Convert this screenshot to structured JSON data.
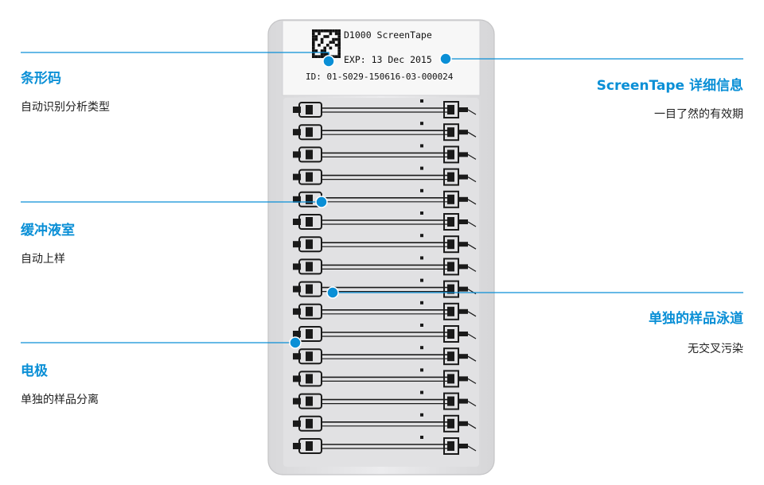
{
  "tape": {
    "product_name": "D1000 ScreenTape",
    "expiry": "EXP: 13 Dec 2015",
    "id": "ID: 01-S029-150616-03-000024",
    "lane_count": 16
  },
  "callouts": [
    {
      "key": "barcode",
      "title": "条形码",
      "subtitle": "自动识别分析类型"
    },
    {
      "key": "buffer",
      "title": "缓冲液室",
      "subtitle": "自动上样"
    },
    {
      "key": "electrode",
      "title": "电极",
      "subtitle": "单独的样品分离"
    },
    {
      "key": "details",
      "title": "ScreenTape 详细信息",
      "subtitle": "一目了然的有效期"
    },
    {
      "key": "lane",
      "title": "单独的样品泳道",
      "subtitle": "无交叉污染"
    }
  ],
  "colors": {
    "accent": "#0a8fd6",
    "lane_dark": "#1a1a1a",
    "tape_body": "#e4e4e6",
    "label_bg": "#f7f7f7"
  }
}
